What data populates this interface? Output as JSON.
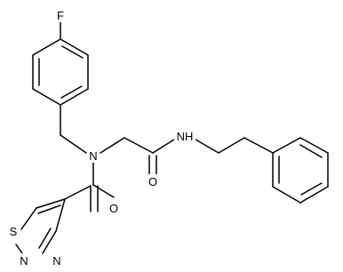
{
  "molecule": {
    "atoms": {
      "fluorine": "F",
      "amide_nitrogen": "N",
      "secondary_amide_nh": "NH",
      "amide_oxygen_upper": "O",
      "amide_oxygen_lower": "O",
      "thiadiazole_sulfur": "S",
      "thiadiazole_nitrogen_1": "N",
      "thiadiazole_nitrogen_2": "N"
    }
  }
}
